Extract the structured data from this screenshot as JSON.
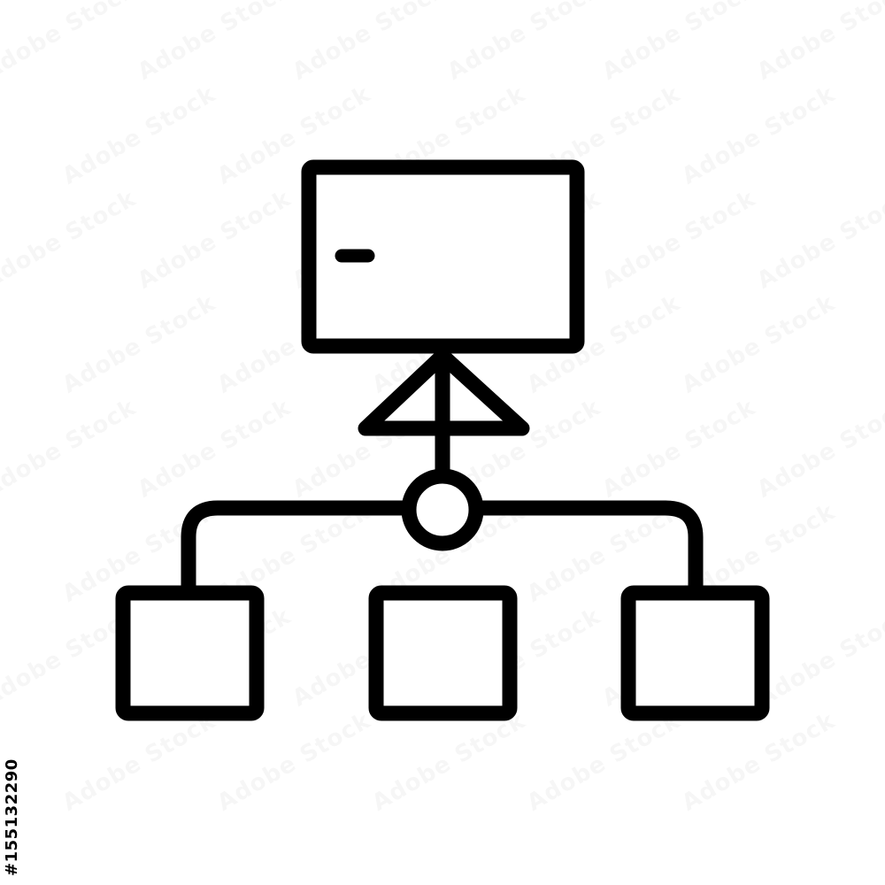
{
  "watermark": {
    "text": "Adobe Stock"
  },
  "stock_id": {
    "label": "#155132290"
  },
  "icon": {
    "name": "hierarchy-network-icon",
    "style": "hand-drawn-outline",
    "colors": {
      "stroke": "#000000",
      "fill": "#ffffff",
      "background": "#ffffff"
    }
  }
}
